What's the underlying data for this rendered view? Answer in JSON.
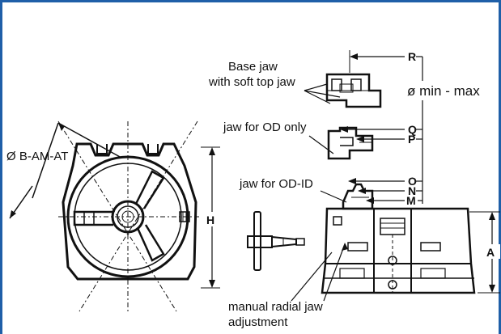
{
  "labels": {
    "base_jaw_1": "Base jaw",
    "base_jaw_2": "with soft top jaw",
    "min_max": "ø min - max",
    "jaw_od_only": "jaw for OD only",
    "jaw_od_id": "jaw for OD-ID",
    "diameter": "Ø B-AM-AT",
    "manual_1": "manual radial jaw",
    "manual_2": "adjustment"
  },
  "dims": {
    "R": "R",
    "Q": "Q",
    "P": "P",
    "O": "O",
    "N": "N",
    "M": "M",
    "H": "H",
    "A": "A"
  },
  "colors": {
    "frame": "#1f5fa8",
    "ink": "#111111",
    "background": "#ffffff"
  }
}
